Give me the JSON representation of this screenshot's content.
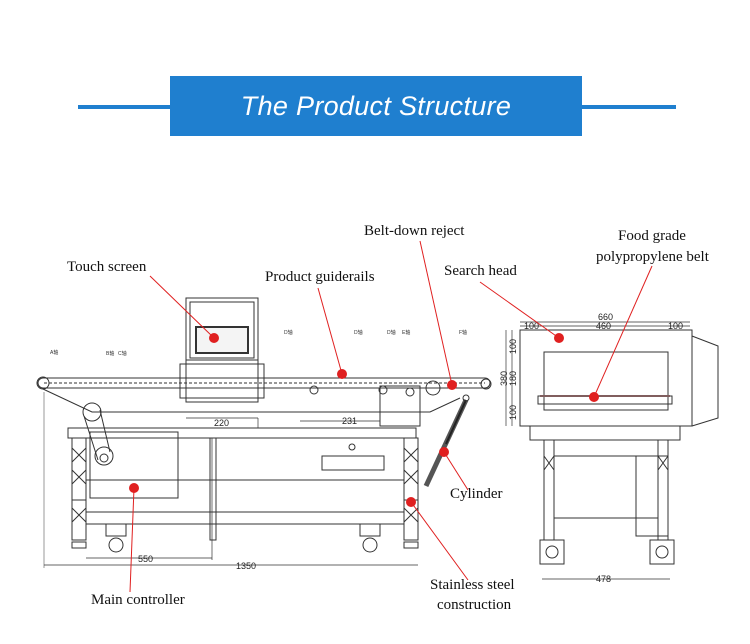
{
  "title": "The Product Structure",
  "labels": {
    "touch_screen": "Touch screen",
    "product_guiderails": "Product guiderails",
    "belt_down_reject": "Belt-down reject",
    "search_head": "Search head",
    "food_grade_line1": "Food grade",
    "food_grade_line2": "polypropylene belt",
    "cylinder": "Cylinder",
    "stainless_line1": "Stainless steel",
    "stainless_line2": "construction",
    "main_controller": "Main controller"
  },
  "dimensions": {
    "d220": "220",
    "d231": "231",
    "d550": "550",
    "d1350": "1350",
    "d660": "660",
    "d100a": "100",
    "d460": "460",
    "d100b": "100",
    "d100v1": "100",
    "d380": "380",
    "d180": "180",
    "d100v2": "100",
    "d478": "478"
  },
  "callout_tags": {
    "a": "A轴",
    "b": "B轴",
    "c": "C轴",
    "d1": "D轴",
    "d2": "D轴",
    "d3": "D轴",
    "e": "E轴",
    "f": "F轴"
  },
  "colors": {
    "banner": "#1f7fcf",
    "leader": "#e02020",
    "marker": "#e02020",
    "drawing": "#333333"
  }
}
